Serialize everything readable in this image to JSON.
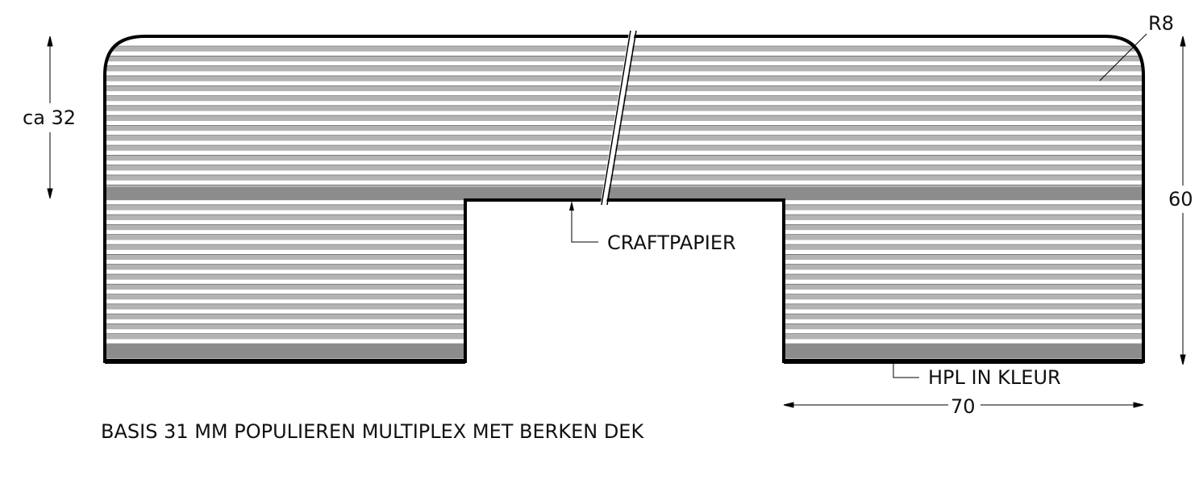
{
  "labels": {
    "radius": "R8",
    "height_partial": "ca 32",
    "height_total": "60",
    "width_leg": "70",
    "craft_paper": "CRAFTPAPIER",
    "hpl": "HPL IN KLEUR",
    "base_note": "BASIS 31 MM POPULIEREN MULTIPLEX MET BERKEN DEK"
  },
  "colors": {
    "outline": "#000000",
    "ply_light": "#ffffff",
    "ply_dark": "#b3b3b3",
    "craft_band": "#8c8c8c"
  }
}
